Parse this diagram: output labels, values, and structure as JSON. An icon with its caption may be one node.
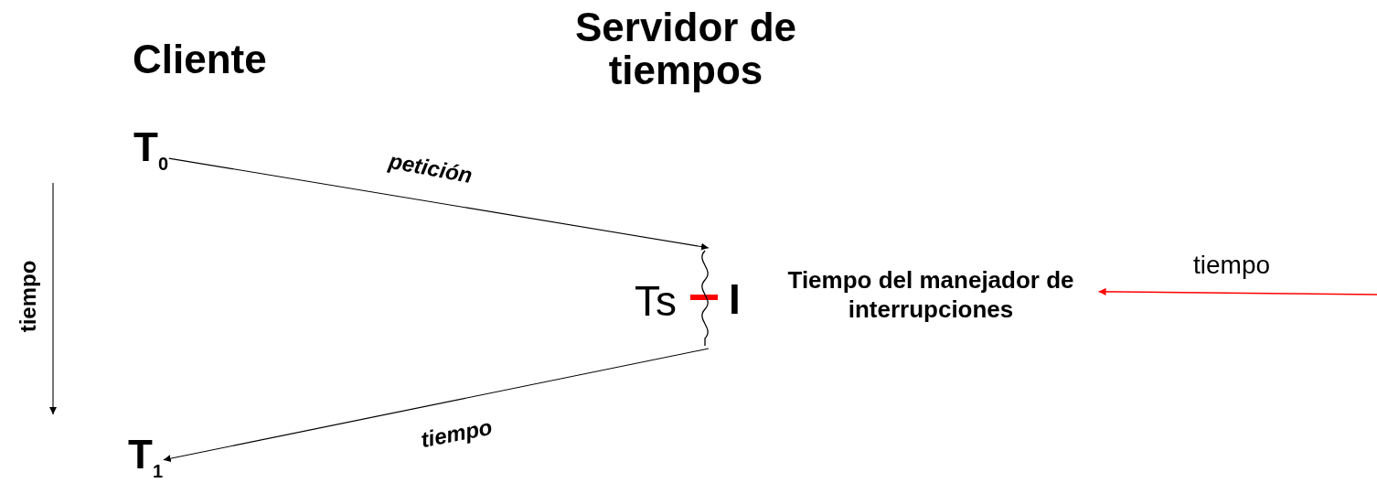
{
  "diagram": {
    "nodes": [
      {
        "text": [
          "T$_{0}$"
        ]
      },
      {
        "text": [
          "T$_{1}$"
        ]
      },
      {
        "text": [],
        "shape": "wave"
      },
      {
        "text": [
          "Tiempo del manejador de interrupciones"
        ]
      }
    ],
    "edges": [
      {
        "from": 0,
        "to": 2,
        "arrow": "to",
        "label": "petición"
      },
      {
        "from": 2,
        "to": 1,
        "arrow": "to",
        "label": "tiempo"
      },
      {
        "from": null,
        "to": 3,
        "arrow": "to",
        "label": "tiempo",
        "color": "#ff0000"
      }
    ],
    "labels": [
      "Cliente",
      "Servidor de tiempos",
      "tiempo",
      "Ts",
      "I"
    ]
  }
}
